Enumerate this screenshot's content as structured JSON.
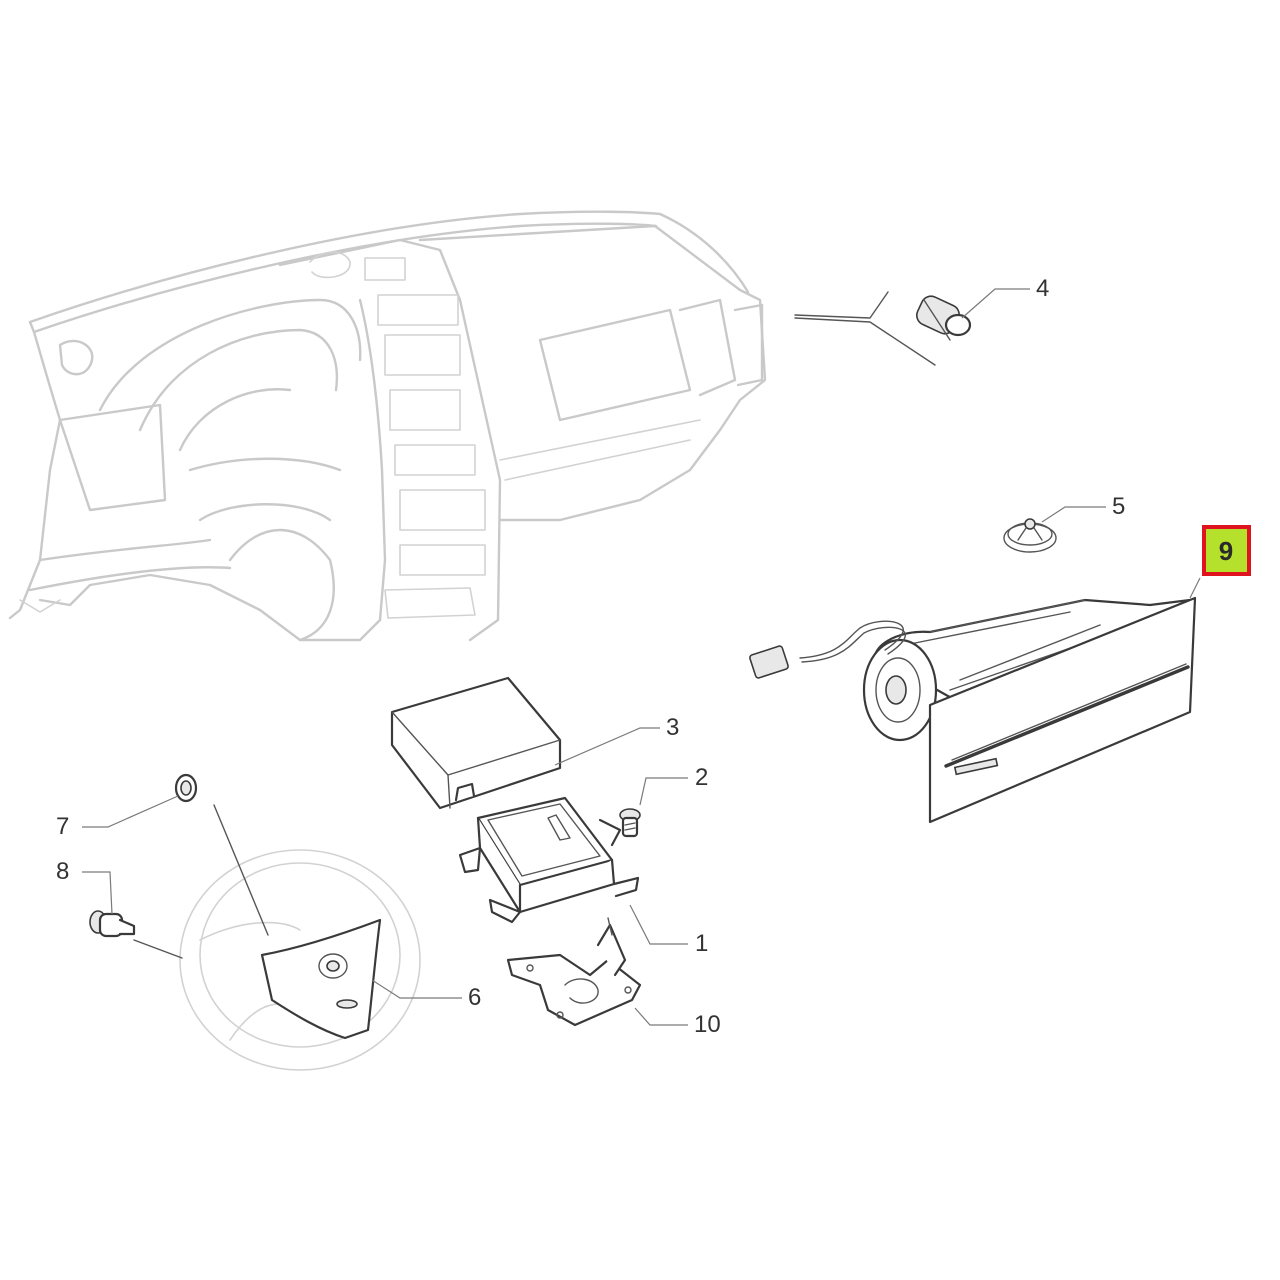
{
  "callouts": [
    {
      "id": "1",
      "text": "1"
    },
    {
      "id": "2",
      "text": "2"
    },
    {
      "id": "3",
      "text": "3"
    },
    {
      "id": "4",
      "text": "4"
    },
    {
      "id": "5",
      "text": "5"
    },
    {
      "id": "6",
      "text": "6"
    },
    {
      "id": "7",
      "text": "7"
    },
    {
      "id": "8",
      "text": "8"
    },
    {
      "id": "9",
      "text": "9"
    },
    {
      "id": "10",
      "text": "10"
    }
  ],
  "highlighted_callout": "9",
  "colors": {
    "highlight_fill": "#b5e02b",
    "highlight_border": "#e0141e",
    "ghost_line": "#c9c9c9",
    "part_line": "#3a3a3a"
  }
}
